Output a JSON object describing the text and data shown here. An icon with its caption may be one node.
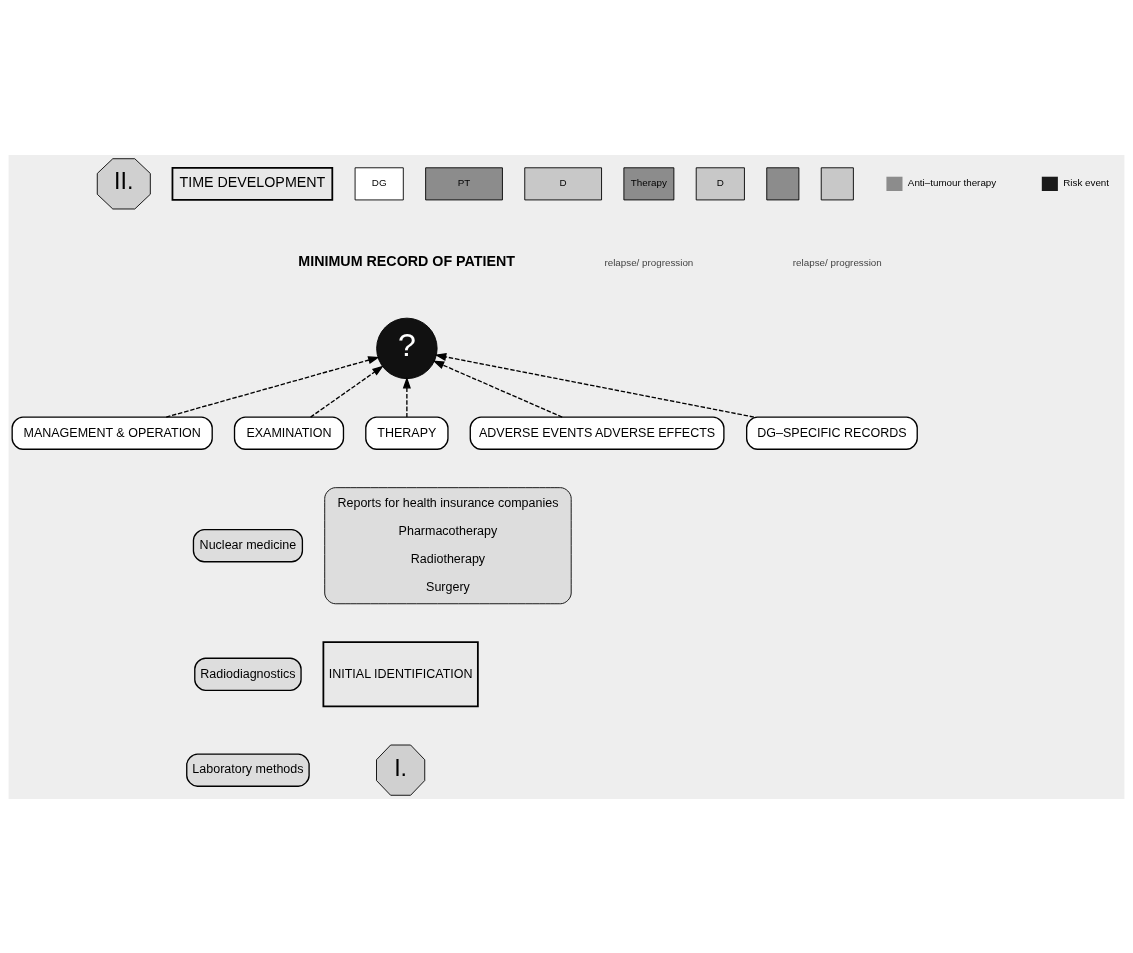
{
  "diagram": {
    "nodes": [
      {
        "text": [
          "II."
        ]
      },
      {
        "text": [
          "TIME DEVELOPMENT"
        ]
      },
      {
        "text": [
          "INITIAL IDENTIFICATION"
        ]
      },
      {
        "text": [
          "DG"
        ]
      },
      {
        "text": [
          "PT"
        ]
      },
      {
        "text": [
          "D"
        ]
      },
      {
        "text": [
          "Therapy"
        ]
      },
      {
        "text": [
          "D"
        ]
      },
      {
        "text": [],
        "shape": "box"
      },
      {
        "text": [],
        "shape": "box"
      },
      {
        "text": [
          "?"
        ],
        "beside": [
          "MINIMUM RECORD OF PATIENT"
        ]
      },
      {
        "text": [
          "I."
        ]
      },
      {
        "text": [
          "MANAGEMENT & OPERATION"
        ]
      },
      {
        "text": [
          "EXAMINATION"
        ]
      },
      {
        "text": [
          "THERAPY"
        ]
      },
      {
        "text": [
          "Nuclear medicine"
        ]
      },
      {
        "text": [
          "ADVERSE EVENTS ADVERSE EFFECTS"
        ]
      },
      {
        "text": [
          "Radiodiagnostics"
        ]
      },
      {
        "text": [
          "Laboratory methods"
        ]
      },
      {
        "text": [
          "Reports for health insurance companies",
          "Pharmacotherapy",
          "Radiotherapy",
          "Surgery"
        ]
      },
      {
        "text": [
          "DG–SPECIFIC RECORDS"
        ]
      }
    ],
    "edges": [
      {
        "from": 13,
        "to": 10,
        "arrow": "to",
        "style": "dashed"
      },
      {
        "from": 16,
        "to": 10,
        "arrow": "to",
        "style": "dashed"
      },
      {
        "from": 20,
        "to": 10,
        "arrow": "to",
        "style": "dashed"
      },
      {
        "from": 14,
        "to": 10,
        "arrow": "to",
        "style": "dashed"
      },
      {
        "from": 12,
        "to": 10,
        "arrow": "to",
        "style": "dashed"
      }
    ],
    "labels": [
      "relapse/ progression",
      "relapse/ progression"
    ],
    "legend": [
      {
        "text": "Anti–tumour therapy",
        "color": "#8c8c8c"
      },
      {
        "text": "Risk event",
        "color": "#1a1a1a"
      }
    ]
  }
}
